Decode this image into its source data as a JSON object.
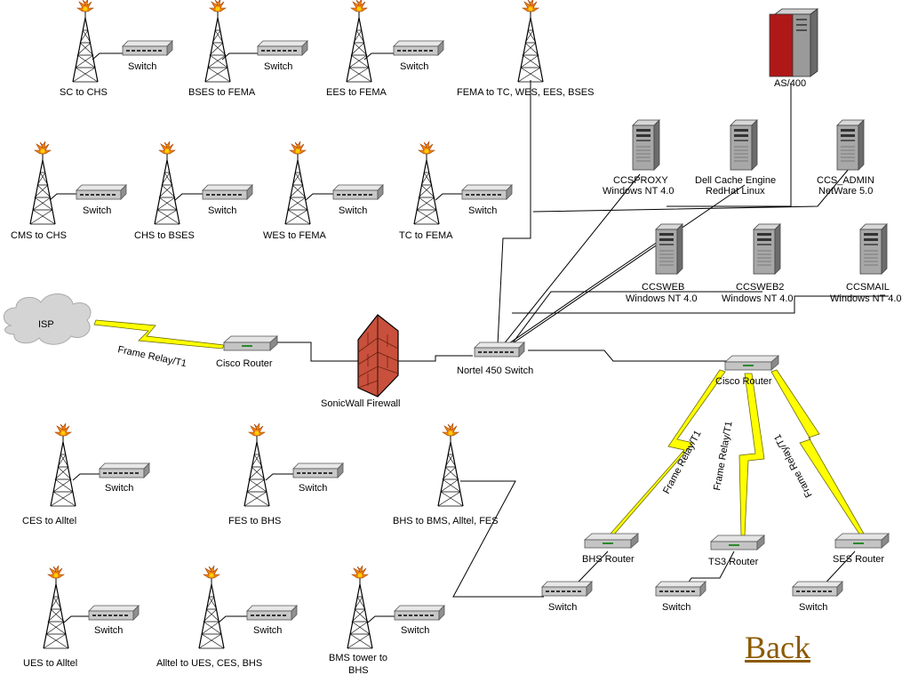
{
  "colors": {
    "back_link": "#8b5a00",
    "lightning": "#ffff00",
    "firewall": "#c8503c",
    "as400": "#b01818"
  },
  "back_link": "Back",
  "switch_label": "Switch",
  "towers": [
    {
      "id": "sc-chs",
      "label": "SC to CHS"
    },
    {
      "id": "bses-fema",
      "label": "BSES to FEMA"
    },
    {
      "id": "ees-fema",
      "label": "EES to FEMA"
    },
    {
      "id": "fema-tc",
      "label": "FEMA to TC, WES, EES, BSES"
    },
    {
      "id": "cms-chs",
      "label": "CMS to CHS"
    },
    {
      "id": "chs-bses",
      "label": "CHS to BSES"
    },
    {
      "id": "wes-fema",
      "label": "WES to FEMA"
    },
    {
      "id": "tc-fema",
      "label": "TC to FEMA"
    },
    {
      "id": "ces-alltel",
      "label": "CES to Alltel"
    },
    {
      "id": "fes-bhs",
      "label": "FES to BHS"
    },
    {
      "id": "bhs-bms",
      "label": "BHS  to BMS, Alltel, FES"
    },
    {
      "id": "ues-alltel",
      "label": "UES to Alltel"
    },
    {
      "id": "alltel-ues",
      "label": "Alltel to UES, CES, BHS"
    },
    {
      "id": "bms-bhs",
      "label1": "BMS tower to",
      "label2": "BHS"
    }
  ],
  "servers": [
    {
      "id": "ccsproxy",
      "line1": "CCSPROXY",
      "line2": "Windows NT 4.0"
    },
    {
      "id": "dellcache",
      "line1": "Dell Cache Engine",
      "line2": "RedHat Linux"
    },
    {
      "id": "ccsadmin",
      "line1": "CCS_ADMIN",
      "line2": "NetWare 5.0"
    },
    {
      "id": "ccsweb",
      "line1": "CCSWEB",
      "line2": "Windows NT 4.0"
    },
    {
      "id": "ccsweb2",
      "line1": "CCSWEB2",
      "line2": "Windows NT 4.0"
    },
    {
      "id": "ccsmail",
      "line1": "CCSMAIL",
      "line2": "Windows NT 4.0"
    }
  ],
  "as400": "AS/400",
  "isp": "ISP",
  "frame_relay_left": "Frame Relay/T1",
  "frame_relay": "Frame Relay/T1",
  "cisco_router_left": "Cisco Router",
  "firewall": "SonicWall Firewall",
  "nortel": "Nortel 450 Switch",
  "cisco_router_right": "Cisco Router",
  "bhs_router": "BHS Router",
  "ts3_router": "TS3 Router",
  "ses_router": "SES Router"
}
